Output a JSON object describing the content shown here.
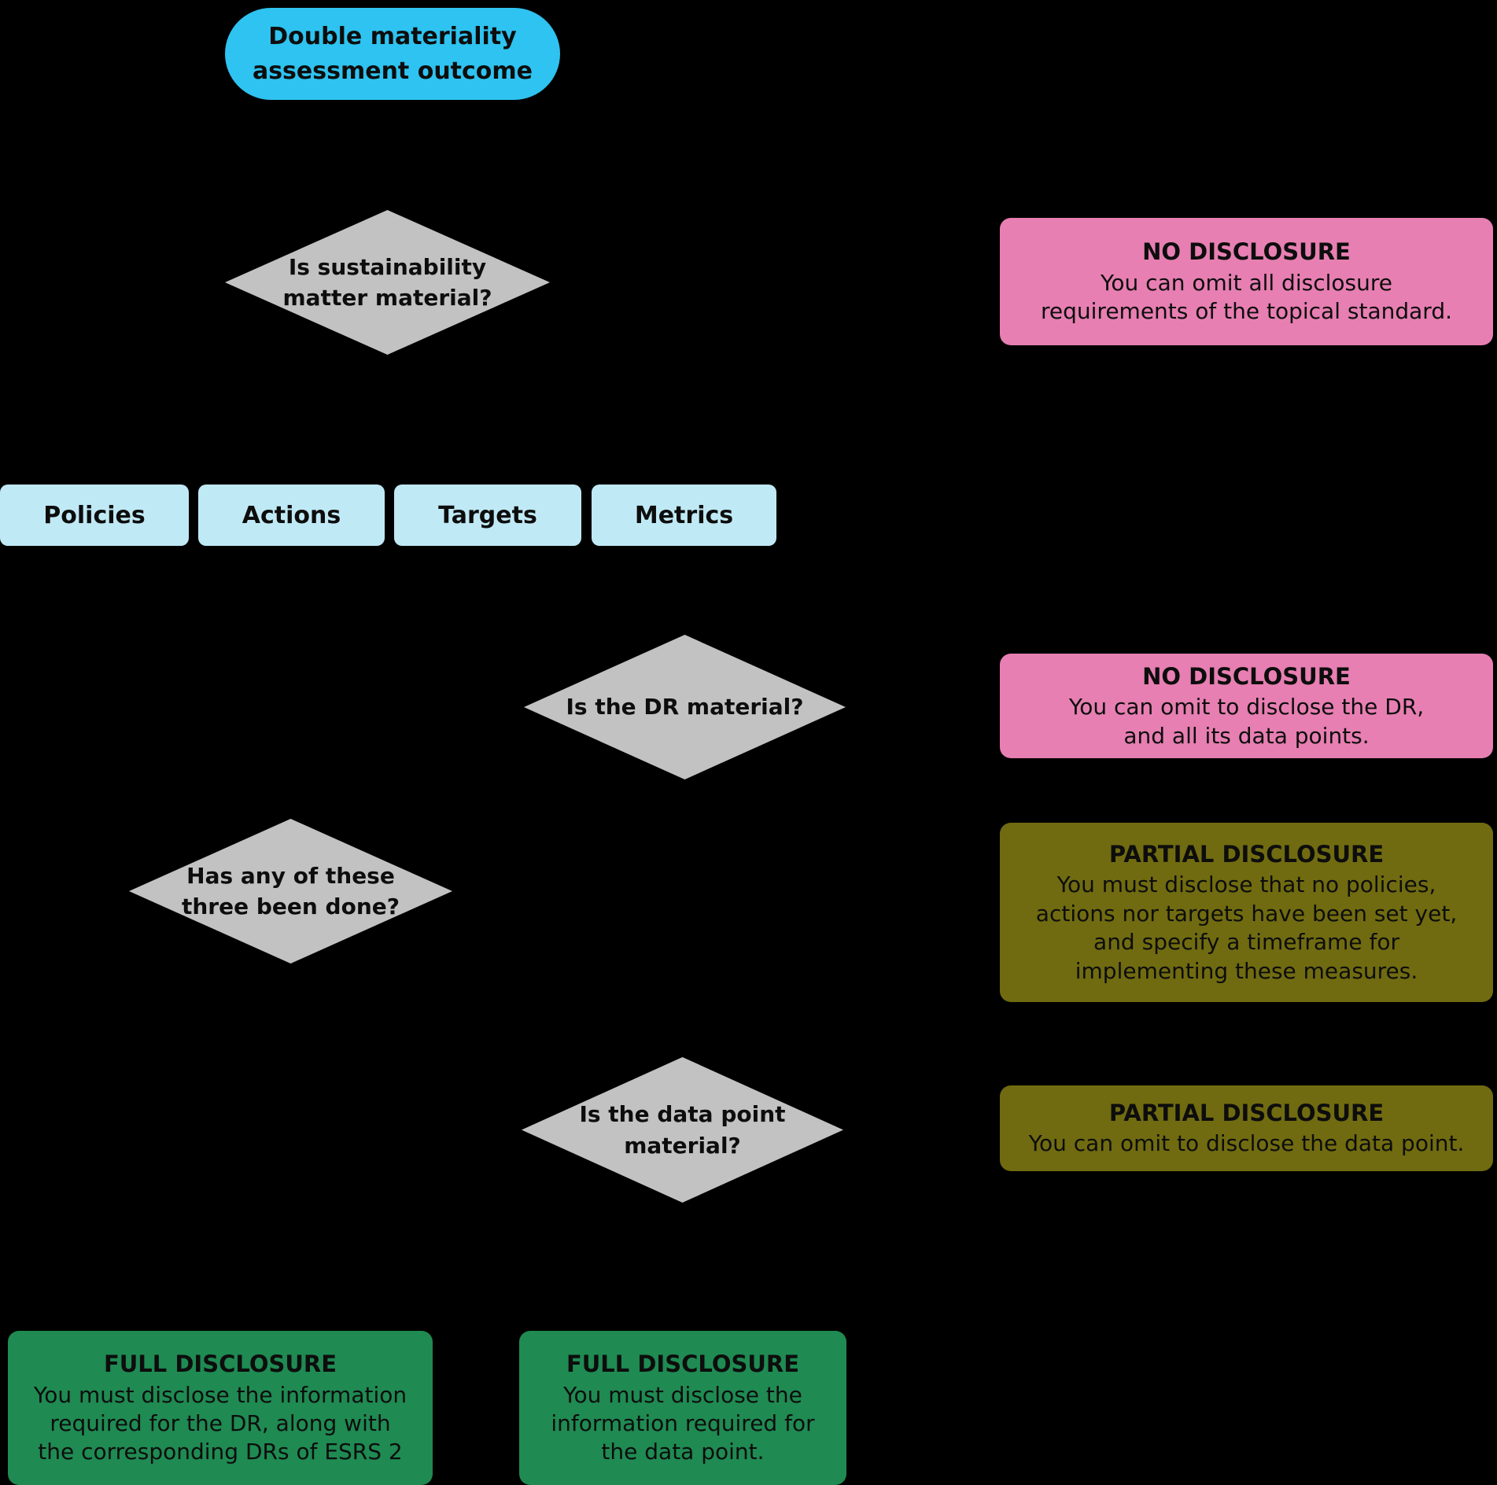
{
  "colors": {
    "background": "#000000",
    "start_fill": "#2EC3F0",
    "step_fill": "#BFE9F5",
    "decision_fill": "#C2C2C2",
    "no_disclosure_fill": "#E77FB2",
    "partial_disclosure_fill": "#706B10",
    "full_disclosure_fill": "#1F8A52",
    "text_dark": "#0D0D0D"
  },
  "start": {
    "label": "Double materiality\nassessment outcome"
  },
  "decisions": [
    {
      "label": "Is sustainability\nmatter material?"
    },
    {
      "label": "Is the DR material?"
    },
    {
      "label": "Has any of these\nthree been done?"
    },
    {
      "label": "Is the data point\nmaterial?"
    }
  ],
  "steps": [
    {
      "label": "Policies"
    },
    {
      "label": "Actions"
    },
    {
      "label": "Targets"
    },
    {
      "label": "Metrics"
    }
  ],
  "outcomes": [
    {
      "kind": "no-disclosure",
      "title": "NO DISCLOSURE",
      "body": "You can omit all disclosure\nrequirements of the topical standard."
    },
    {
      "kind": "no-disclosure",
      "title": "NO DISCLOSURE",
      "body": "You can omit to disclose the DR,\nand all its data points."
    },
    {
      "kind": "partial-disclosure",
      "title": "PARTIAL DISCLOSURE",
      "body": "You must disclose that no policies,\nactions nor targets have been set yet,\nand specify a timeframe for\nimplementing these measures."
    },
    {
      "kind": "partial-disclosure",
      "title": "PARTIAL DISCLOSURE",
      "body": "You can omit to disclose the data point."
    },
    {
      "kind": "full-disclosure",
      "title": "FULL DISCLOSURE",
      "body": "You must disclose the information\nrequired for the DR, along with\nthe corresponding DRs of ESRS 2"
    },
    {
      "kind": "full-disclosure",
      "title": "FULL DISCLOSURE",
      "body": "You must disclose the\ninformation required for\nthe data point."
    }
  ]
}
